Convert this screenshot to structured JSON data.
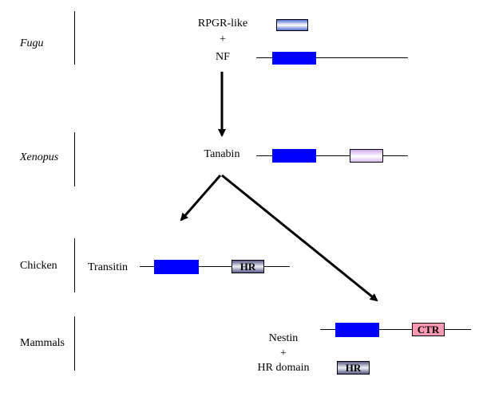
{
  "species": {
    "fugu": "Fugu",
    "xenopus": "Xenopus",
    "chicken": "Chicken",
    "mammals": "Mammals"
  },
  "genes": {
    "rpgr_like": "RPGR-like",
    "plus_1": "+",
    "nf": "NF",
    "tanabin": "Tanabin",
    "transitin": "Transitin",
    "nestin": "Nestin",
    "plus_2": "+",
    "hr_domain": "HR domain"
  },
  "domains": {
    "hr": "HR",
    "ctr": "CTR"
  },
  "colors": {
    "rod_domain": "#0000ff",
    "ctr_fill": "#ff99b4",
    "line": "#000000"
  }
}
